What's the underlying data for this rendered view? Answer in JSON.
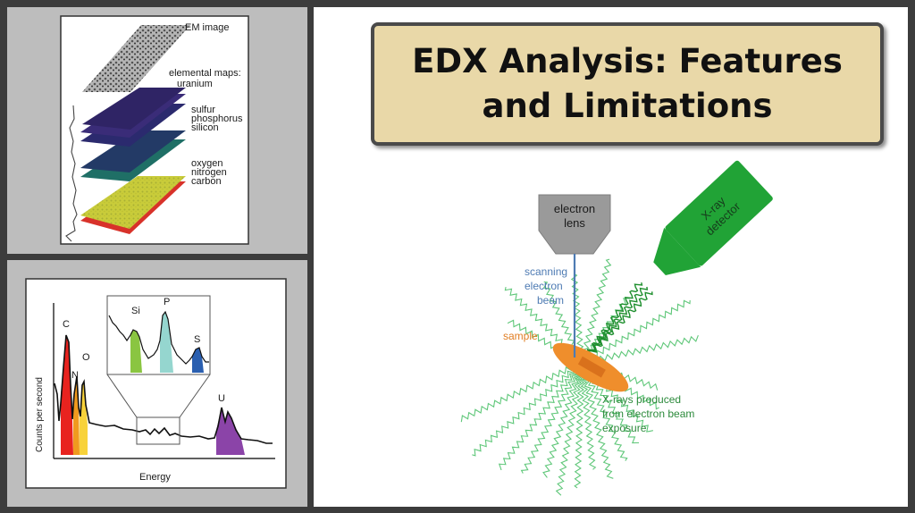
{
  "layer_figure": {
    "em_label": "EM image",
    "maps_label": "elemental maps:",
    "elements": [
      "uranium",
      "sulfur",
      "phosphorus",
      "silicon",
      "oxygen",
      "nitrogen",
      "carbon"
    ]
  },
  "spectrum_figure": {
    "ylabel": "Counts per second",
    "xlabel": "Energy",
    "peaks": {
      "C": "C",
      "O": "O",
      "N": "N",
      "U": "U"
    },
    "inset_peaks": {
      "Si": "Si",
      "P": "P",
      "S": "S"
    },
    "colors": {
      "carbon": "#e8231f",
      "oxygen": "#f8d23a",
      "nitrogen": "#f09a1e",
      "silicon": "#8ac541",
      "phosphorus": "#95d6cf",
      "sulfur": "#2a5fb0",
      "uranium": "#8b44a8"
    }
  },
  "title": {
    "line1": "EDX Analysis: Features",
    "line2": "and Limitations"
  },
  "schematic": {
    "lens_line1": "electron",
    "lens_line2": "lens",
    "detector_line1": "X-ray",
    "detector_line2": "detector",
    "beam_line1": "scanning",
    "beam_line2": "electron",
    "beam_line3": "beam",
    "sample_label": "sample",
    "xray_line1": "X-rays produced",
    "xray_line2": "from electron beam",
    "xray_line3": "exposure",
    "colors": {
      "lens": "#9a9a9a",
      "detector": "#21a336",
      "beam": "#4e7bb3",
      "sample": "#ef8e2c",
      "xrays": "#5fc779"
    }
  }
}
